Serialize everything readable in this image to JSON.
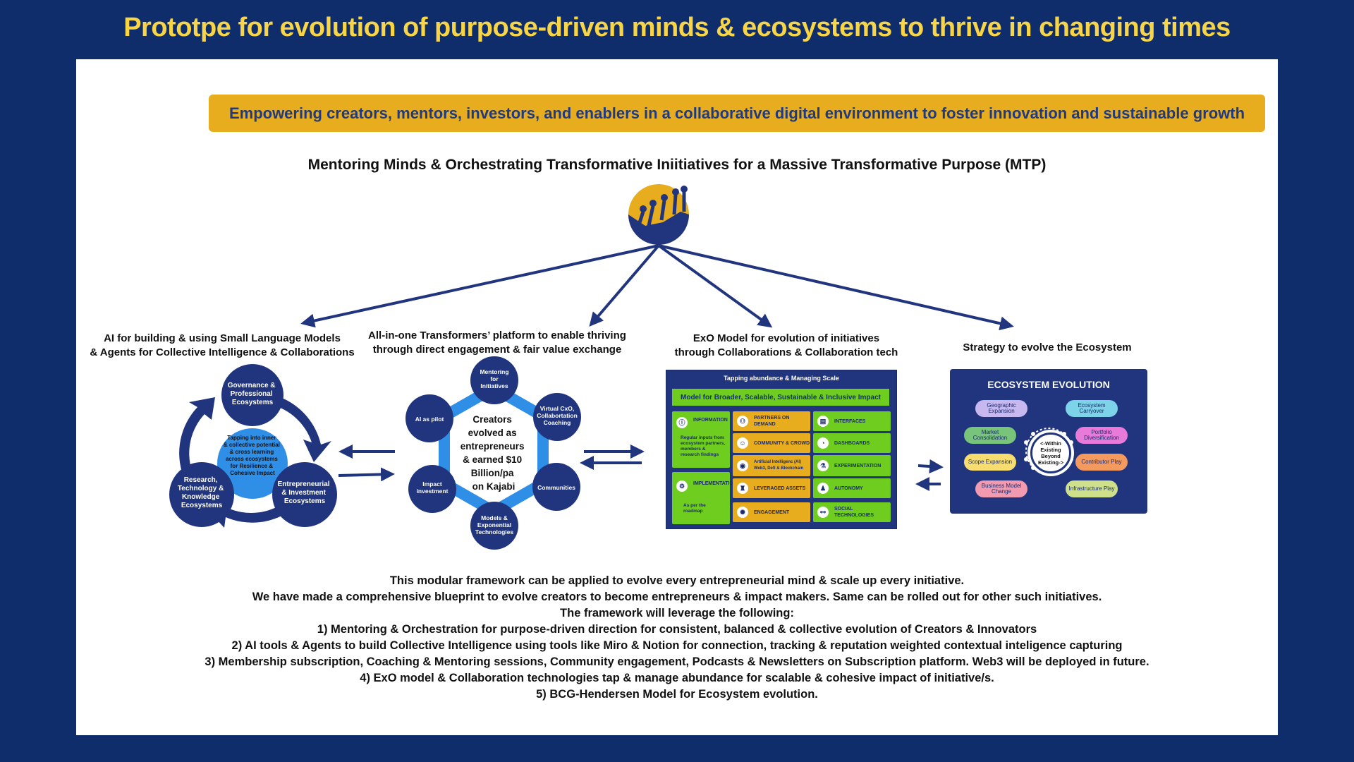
{
  "title": "Prototpe for evolution of purpose-driven minds & ecosystems to thrive in changing times",
  "banner": "Empowering creators, mentors, investors, and enablers in a collaborative digital environment to foster innovation and sustainable growth",
  "subtitle": "Mentoring Minds & Orchestrating Transformative Iniitiatives for a Massive Transformative Purpose (MTP)",
  "sections": {
    "ai": {
      "line1": "AI for building & using Small Language Models",
      "line2": "& Agents for Collective Intelligence & Collaborations"
    },
    "platform": {
      "line1": "All-in-one Transformers’ platform to enable thriving",
      "line2": "through direct engagement & fair value exchange"
    },
    "exo": {
      "line1": "ExO Model for evolution of initiatives",
      "line2": "through Collaborations & Collaboration tech"
    },
    "strategy": {
      "line1": "Strategy to evolve the Ecosystem"
    }
  },
  "cycle": {
    "top": [
      "Governance &",
      "Professional",
      "Ecosystems"
    ],
    "left": [
      "Research,",
      "Technology &",
      "Knowledge",
      "Ecosystems"
    ],
    "right": [
      "Entrepreneurial",
      "& Investment",
      "Ecosystems"
    ],
    "center": [
      "Tapping into inner",
      "& collective potential",
      "& cross learning",
      "across ecosystems",
      "for Resilience &",
      "Cohesive Impact"
    ]
  },
  "hexagon": {
    "center": [
      "Creators",
      "evolved as",
      "entrepreneurs",
      "& earned $10",
      "Billion/pa",
      "on Kajabi"
    ],
    "top": [
      "Mentoring",
      "for",
      "Initiatives"
    ],
    "top_right": [
      "Virtual CxO,",
      "Collabortation",
      "Coaching"
    ],
    "bottom_right": [
      "Communities"
    ],
    "bottom": [
      "Models &",
      "Exponential",
      "Technologies"
    ],
    "bottom_left": [
      "Impact",
      "investment"
    ],
    "top_left": [
      "AI as pilot"
    ]
  },
  "exo_model": {
    "header": "Tapping abundance & Managing Scale",
    "model": "Model for Broader, Scalable, Sustainable & Inclusive Impact",
    "information": "INFORMATION",
    "information_note": "Regular inputs from ecosystem partners, members & research findings",
    "implementation": "IMPLEMENTATION",
    "implementation_note": "As per the roadmap",
    "orange": [
      "PARTNERS ON DEMAND",
      "COMMUNITY & CROWD",
      "Artificial Intelligenc (AI) Web3, Defi & Blockchain",
      "LEVERAGED ASSETS",
      "ENGAGEMENT"
    ],
    "green": [
      "INTERFACES",
      "DASHBOARDS",
      "EXPERIMENTATION",
      "AUTONOMY",
      "SOCIAL TECHNOLOGIES"
    ]
  },
  "ecosystem": {
    "header": "ECOSYSTEM EVOLUTION",
    "center": "<-Within Existing Beyond Existing->",
    "left": [
      "Geographic Expansion",
      "Market Consolidation",
      "Scope Expansion",
      "Business Model Change"
    ],
    "right": [
      "Ecosystem Carryover",
      "Portfolio Diversification",
      "Contributor Play",
      "Infrastructure Play"
    ]
  },
  "colors": {
    "navy": "#0f2d6b",
    "dark_blue": "#20357e",
    "circle_blue": "#1e3275",
    "light_blue": "#2f8ee6",
    "yellow": "#f7d547",
    "orange": "#e8ad1f",
    "green": "#6fcd1f"
  },
  "framework": [
    "This modular framework can be applied to evolve every entrepreneurial mind & scale up every initiative.",
    "We have made a comprehensive blueprint to evolve creators to become entrepreneurs & impact makers. Same can be rolled out for other such initiatives.",
    "The framework will leverage the following:",
    "1) Mentoring & Orchestration for purpose-driven direction for consistent, balanced & collective evolution of Creators & Innovators",
    "2) AI tools & Agents to build Collective Intelligence using tools like Miro & Notion for connection, tracking & reputation weighted contextual inteligence capturing",
    "3) Membership subscription, Coaching & Mentoring sessions, Community engagement, Podcasts & Newsletters on Subscription platform. Web3 will be deployed in future.",
    "4) ExO model & Collaboration technologies tap & manage abundance for scalable & cohesive impact of initiative/s.",
    "5) BCG-Hendersen Model for Ecosystem evolution."
  ]
}
